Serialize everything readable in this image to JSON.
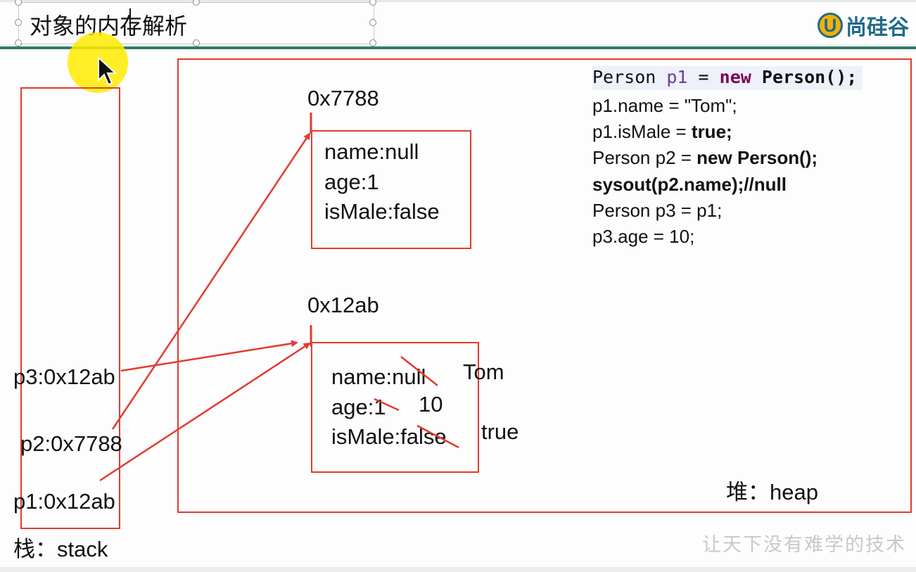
{
  "slide": {
    "title": "对象的内存解析",
    "logo_mark": "U",
    "logo_text": "尚硅谷",
    "watermark": "让天下没有难学的技术"
  },
  "stack": {
    "caption": "栈：stack",
    "entries": [
      {
        "label": "p3:0x12ab"
      },
      {
        "label": "p2:0x7788"
      },
      {
        "label": "p1:0x12ab"
      }
    ]
  },
  "heap": {
    "caption": "堆：heap",
    "objects": [
      {
        "address": "0x7788",
        "fields": [
          "name:null",
          "age:1",
          "isMale:false"
        ]
      },
      {
        "address": "0x12ab",
        "fields": [
          "name:null",
          "age:1",
          "isMale:false"
        ],
        "updated_values": [
          "Tom",
          "10",
          "true"
        ]
      }
    ]
  },
  "code": {
    "line1": {
      "type": "Person",
      "var": "p1",
      "eq": "=",
      "kw": "new",
      "ctor": "Person();"
    },
    "line2": "p1.name = \"Tom\";",
    "line3_a": "p1.isMale = ",
    "line3_b": "true;",
    "line4_a": "Person p2 = ",
    "line4_b": "new Person();",
    "line5": "sysout(p2.name);//null",
    "line6": "Person p3 = p1;",
    "line7": "p3.age = 10;"
  },
  "colors": {
    "accent_red": "#e23b2e",
    "header_rule": "#2f7d6b",
    "keyword": "#7f0055",
    "logo_blue": "#1f6b8a",
    "logo_gold": "#f2b100"
  }
}
